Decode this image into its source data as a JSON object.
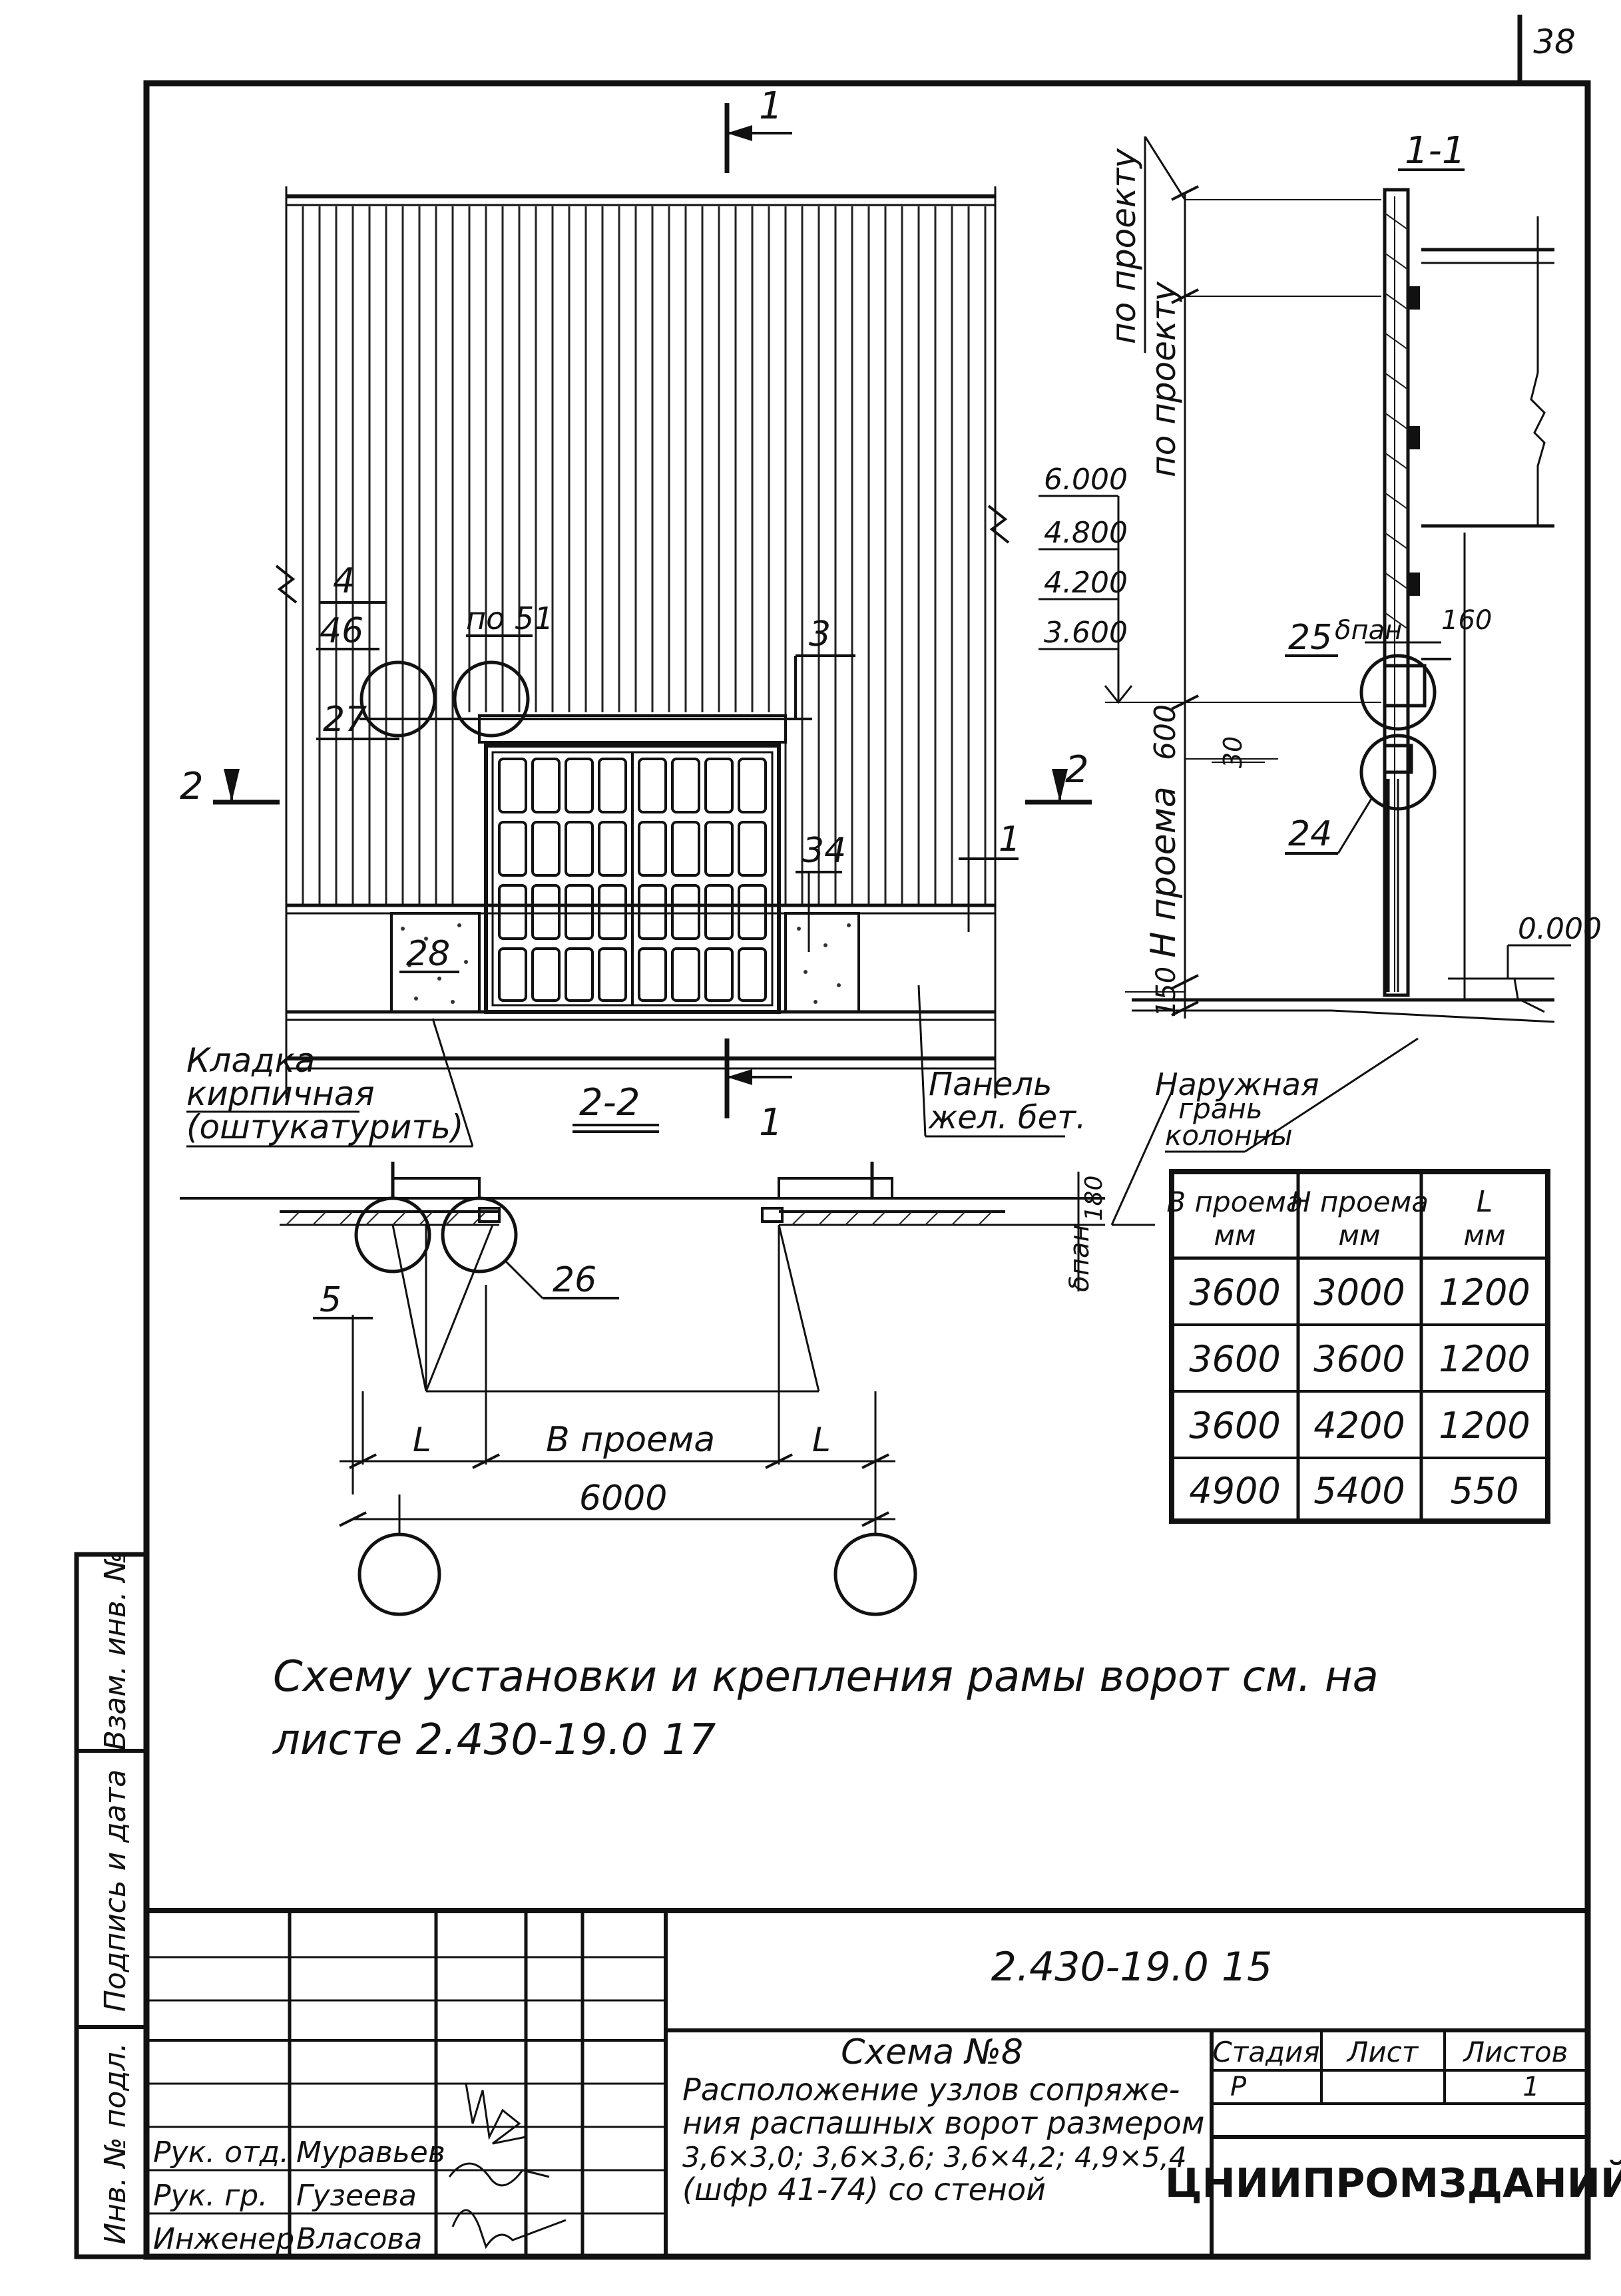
{
  "sheet_number": "38",
  "section_1_1_title": "1-1",
  "section_2_2_title": "2-2",
  "cut_marker": "1",
  "side_marker": "2",
  "vertical_notes": [
    "по проекту",
    "по проекту"
  ],
  "elevations": [
    "6.000",
    "4.800",
    "4.200",
    "3.600",
    "0.000"
  ],
  "elevation_dims": {
    "h600": "600",
    "h30": "30",
    "h150": "150",
    "h_opening": "H проема",
    "t160": "160",
    "t_panel": "δпан"
  },
  "callouts": {
    "c4": "4",
    "c46": "46",
    "c51": "по 51",
    "c3": "3",
    "c27": "27",
    "c34": "34",
    "c1": "1",
    "c28": "28",
    "c25": "25",
    "c24": "24",
    "c5": "5",
    "c26": "26"
  },
  "notes": {
    "masonry_1": "Кладка",
    "masonry_2": "кирпичная",
    "masonry_3": "(оштукатурить)",
    "panel_1": "Панель",
    "panel_2": "жел. бет.",
    "outer_face_1": "Наружная",
    "outer_face_2": "грань",
    "outer_face_3": "колонны"
  },
  "plan_dims": {
    "L": "L",
    "B_opening": "B проема",
    "total": "6000",
    "t180": "180",
    "t_panel": "δпан"
  },
  "table": {
    "headers": [
      [
        "B проема",
        "мм"
      ],
      [
        "H проема",
        "мм"
      ],
      [
        "L",
        "мм"
      ]
    ],
    "rows": [
      [
        "3600",
        "3000",
        "1200"
      ],
      [
        "3600",
        "3600",
        "1200"
      ],
      [
        "3600",
        "4200",
        "1200"
      ],
      [
        "4900",
        "5400",
        "550"
      ]
    ]
  },
  "note_main": [
    "Схему установки и крепления рамы ворот см. на",
    "листе 2.430-19.0 17"
  ],
  "stamp": {
    "doc_code": "2.430-19.0 15",
    "title": [
      "Схема №8",
      "Расположение узлов сопряже-",
      "ния распашных ворот размером",
      "3,6×3,0; 3,6×3,6; 3,6×4,2; 4,9×5,4",
      "(шфр 41-74) со стеной"
    ],
    "stage_label": "Стадия",
    "sheet_label": "Лист",
    "sheets_label": "Листов",
    "stage": "Р",
    "sheets": "1",
    "org": "ЦНИИПРОМЗДАНИЙ",
    "people": [
      {
        "role": "Рук. отд.",
        "name": "Муравьев"
      },
      {
        "role": "Рук. гр.",
        "name": "Гузеева"
      },
      {
        "role": "Инженер",
        "name": "Власова"
      }
    ]
  },
  "side_labels": [
    "Инв. № подл.",
    "Подпись и дата",
    "Взам. инв. №"
  ]
}
